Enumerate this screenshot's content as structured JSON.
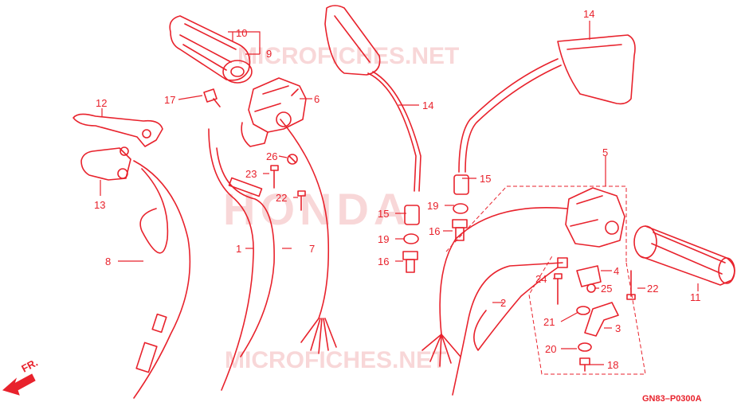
{
  "diagram": {
    "drawing_code": "GN83–P0300A",
    "direction_label": "FR.",
    "watermarks": {
      "site_top": "MICROFICHES.NET",
      "brand": "HONDA",
      "site_bottom": "MICROFICHES.NET"
    },
    "callouts": [
      {
        "id": "c1",
        "label": "1"
      },
      {
        "id": "c2",
        "label": "2"
      },
      {
        "id": "c3",
        "label": "3"
      },
      {
        "id": "c4",
        "label": "4"
      },
      {
        "id": "c5",
        "label": "5"
      },
      {
        "id": "c6",
        "label": "6"
      },
      {
        "id": "c7",
        "label": "7"
      },
      {
        "id": "c8",
        "label": "8"
      },
      {
        "id": "c9",
        "label": "9"
      },
      {
        "id": "c10",
        "label": "10"
      },
      {
        "id": "c11",
        "label": "11"
      },
      {
        "id": "c12",
        "label": "12"
      },
      {
        "id": "c13",
        "label": "13"
      },
      {
        "id": "c14a",
        "label": "14"
      },
      {
        "id": "c14b",
        "label": "14"
      },
      {
        "id": "c15a",
        "label": "15"
      },
      {
        "id": "c15b",
        "label": "15"
      },
      {
        "id": "c16a",
        "label": "16"
      },
      {
        "id": "c16b",
        "label": "16"
      },
      {
        "id": "c17",
        "label": "17"
      },
      {
        "id": "c18",
        "label": "18"
      },
      {
        "id": "c19a",
        "label": "19"
      },
      {
        "id": "c19b",
        "label": "19"
      },
      {
        "id": "c20",
        "label": "20"
      },
      {
        "id": "c21",
        "label": "21"
      },
      {
        "id": "c22a",
        "label": "22"
      },
      {
        "id": "c22b",
        "label": "22"
      },
      {
        "id": "c23",
        "label": "23"
      },
      {
        "id": "c24",
        "label": "24"
      },
      {
        "id": "c25",
        "label": "25"
      },
      {
        "id": "c26",
        "label": "26"
      }
    ]
  }
}
